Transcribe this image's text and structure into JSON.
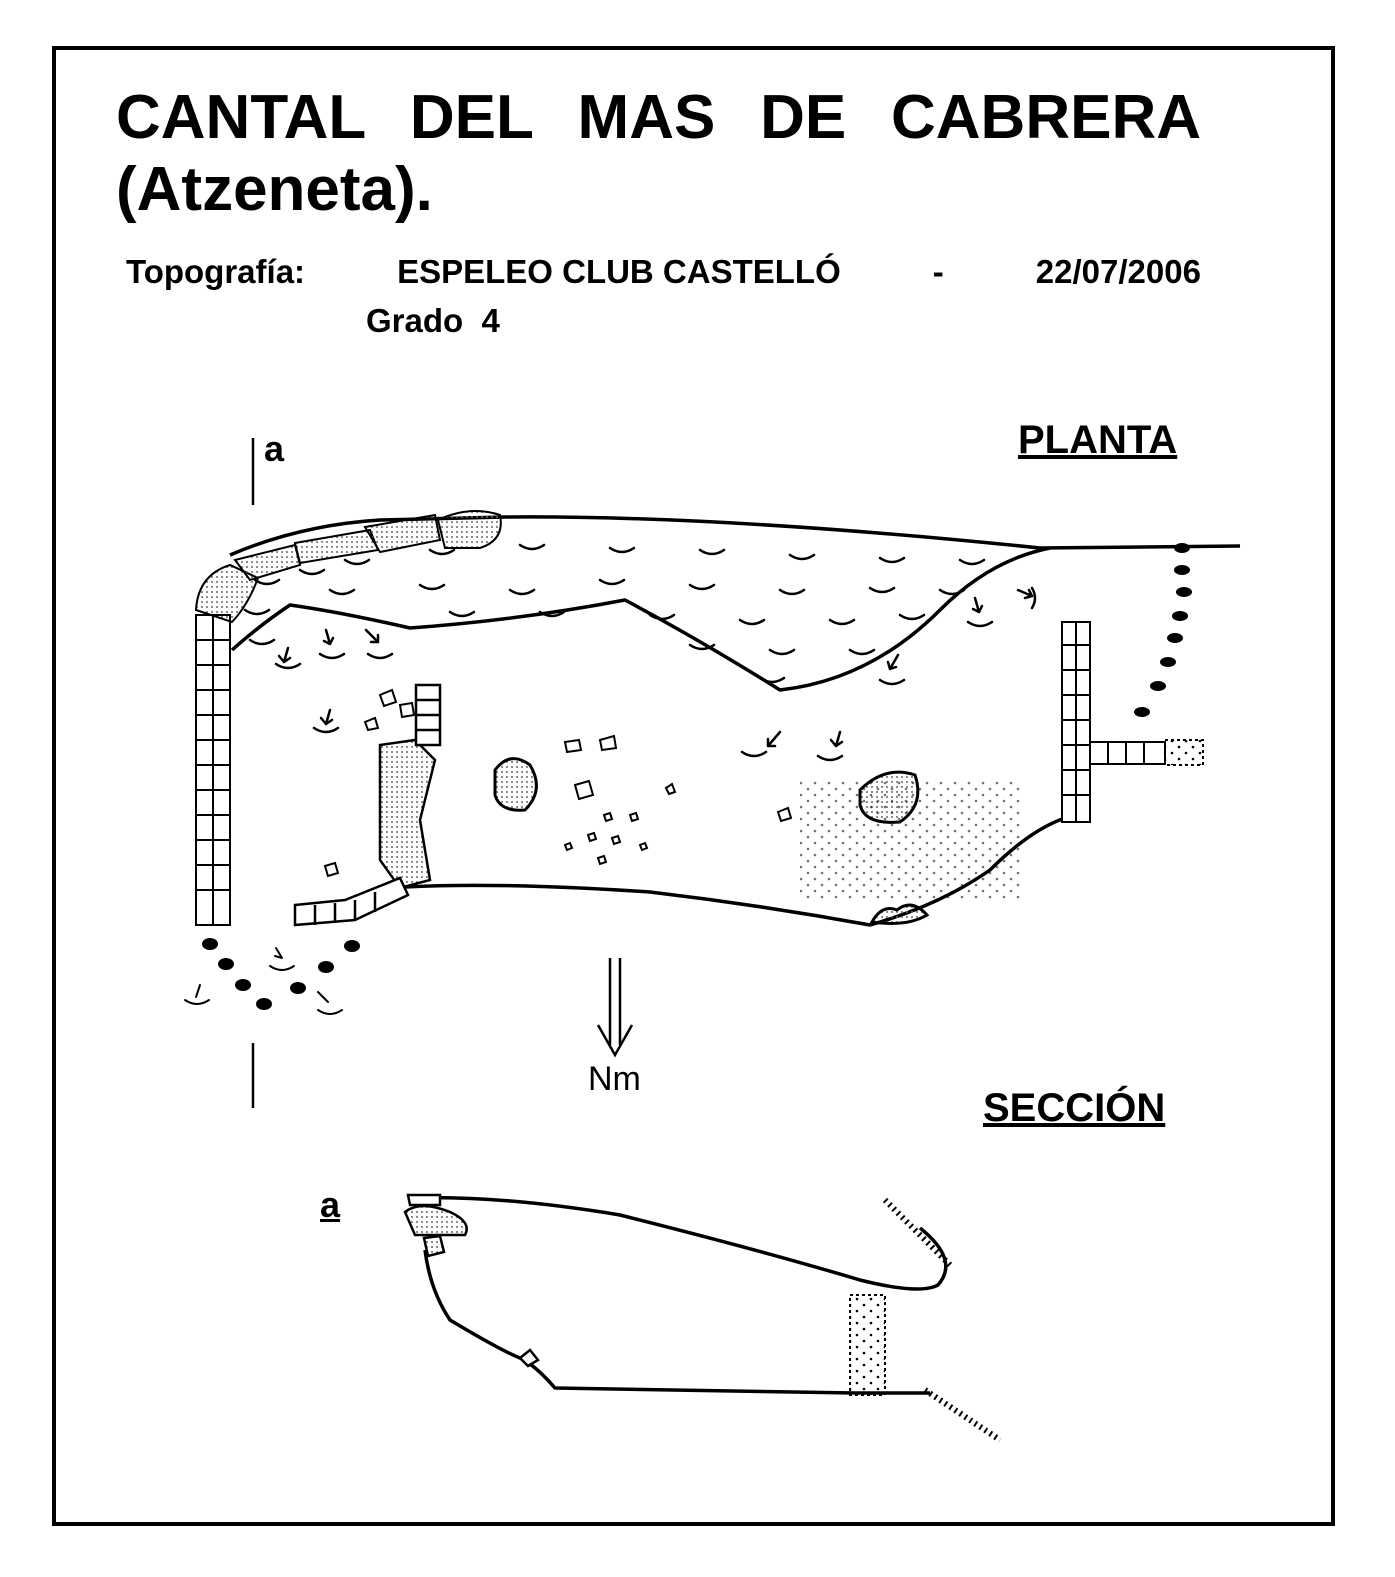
{
  "title": {
    "line1": "CANTAL DEL MAS DE CABRERA",
    "line2": "(Atzeneta)."
  },
  "credits": {
    "label": "Topografía:",
    "author": "ESPELEO CLUB CASTELLÓ",
    "sep": "-",
    "date": "22/07/2006",
    "grade": "Grado  4"
  },
  "plan": {
    "label": "PLANTA",
    "section_marker": "a"
  },
  "section": {
    "label": "SECCIÓN",
    "marker": "a"
  },
  "north": {
    "label": "Nm"
  },
  "colors": {
    "ink": "#000000",
    "stipple": "#bdbdbd",
    "paper": "#ffffff"
  }
}
